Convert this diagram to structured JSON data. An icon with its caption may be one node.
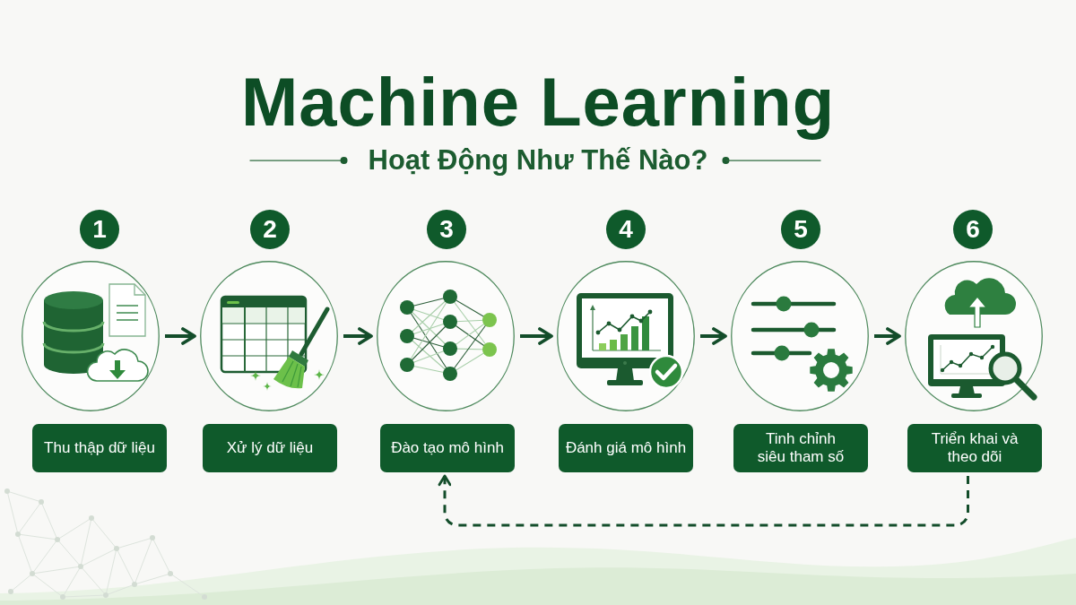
{
  "diagram": {
    "title": "Machine Learning",
    "nodes": [
      {
        "text": [
          "1"
        ]
      },
      {
        "text": [],
        "shape": "circle"
      },
      {
        "text": [
          "Thu thập dữ liệu"
        ]
      },
      {
        "text": [
          "2"
        ]
      },
      {
        "text": [],
        "shape": "circle"
      },
      {
        "text": [
          "Xử lý dữ liệu"
        ]
      },
      {
        "text": [
          "3"
        ]
      },
      {
        "text": [],
        "shape": "circle"
      },
      {
        "text": [
          "Đào tạo mô hình"
        ]
      },
      {
        "text": [
          "4"
        ]
      },
      {
        "text": [],
        "shape": "circle"
      },
      {
        "text": [
          "Đánh giá mô hình"
        ]
      },
      {
        "text": [
          "5"
        ]
      },
      {
        "text": [],
        "shape": "circle"
      },
      {
        "text": [
          "Tinh chỉnh siêu tham số"
        ]
      },
      {
        "text": [
          "6"
        ]
      },
      {
        "text": [],
        "shape": "circle"
      },
      {
        "text": [
          "Triển khai và theo dõi"
        ]
      }
    ],
    "edges": [
      {
        "from": 1,
        "to": 4,
        "arrow": "to"
      },
      {
        "from": 4,
        "to": 7,
        "arrow": "to"
      },
      {
        "from": 7,
        "to": 10,
        "arrow": "to"
      },
      {
        "from": 10,
        "to": 13,
        "arrow": "to"
      },
      {
        "from": 13,
        "to": 16,
        "arrow": "to"
      },
      {
        "from": 17,
        "to": 8,
        "arrow": "to",
        "style": "dashed"
      }
    ],
    "labels": [
      "Hoạt Động Như Thế Nào?"
    ]
  }
}
